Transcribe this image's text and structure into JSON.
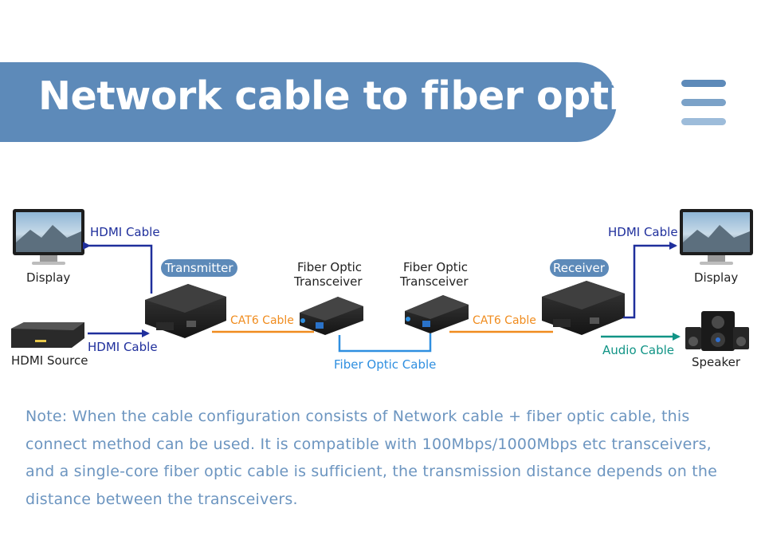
{
  "header": {
    "title": "Network cable to fiber optic",
    "banner_color": "#5d8ab9",
    "menu_icon": "hamburger-menu-icon"
  },
  "diagram": {
    "devices": {
      "display_left": "Display",
      "hdmi_source": "HDMI Source",
      "transmitter": "Transmitter",
      "transceiver_left": [
        "Fiber Optic",
        "Transceiver"
      ],
      "transceiver_right": [
        "Fiber Optic",
        "Transceiver"
      ],
      "receiver": "Receiver",
      "display_right": "Display",
      "speaker": "Speaker"
    },
    "cables": {
      "hdmi_out_left": "HDMI Cable",
      "hdmi_in_left": "HDMI Cable",
      "cat6_left": "CAT6 Cable",
      "fiber": "Fiber Optic Cable",
      "cat6_right": "CAT6 Cable",
      "hdmi_out_right": "HDMI Cable",
      "audio": "Audio Cable"
    },
    "colors": {
      "hdmi": "#1f2f9c",
      "cat6": "#f08c1e",
      "fiber": "#2f8fe0",
      "audio": "#119486",
      "badge": "#5d8ab9"
    }
  },
  "note": {
    "text": "Note: When the cable configuration consists of Network cable + fiber optic cable, this connect method can be used. It is compatible with 100Mbps/1000Mbps etc transceivers, and a single-core fiber optic cable is sufficient, the transmission distance depends on the distance between the transceivers."
  }
}
